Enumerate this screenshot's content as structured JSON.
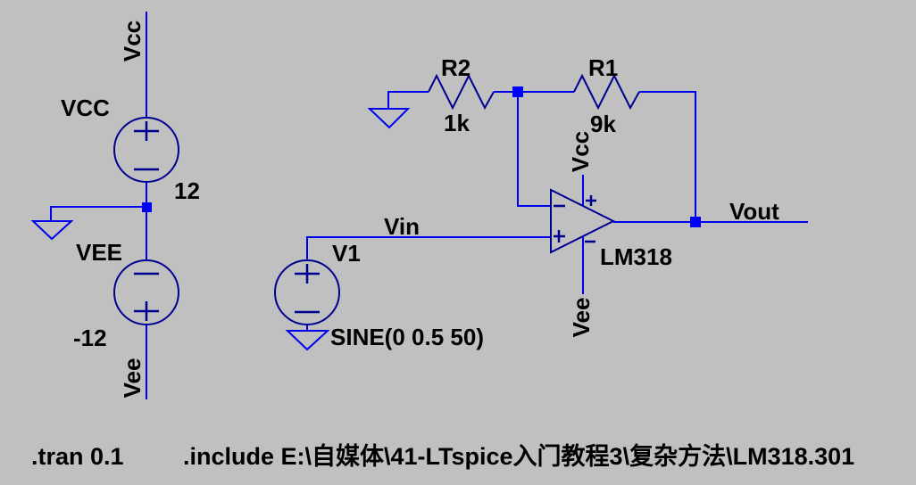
{
  "app": {
    "background_color": "#c0c0c0",
    "wire_color": "#0000f0",
    "symbol_color": "#000090",
    "text_color": "#000000"
  },
  "power_supply": {
    "vcc_rail_label": "Vcc",
    "vcc_source": {
      "name": "VCC",
      "value": "12"
    },
    "vee_source": {
      "name": "VEE",
      "value": "-12"
    },
    "vee_rail_label": "Vee"
  },
  "input_source": {
    "name": "V1",
    "value": "SINE(0 0.5 50)",
    "net_label": "Vin"
  },
  "resistors": {
    "r2": {
      "name": "R2",
      "value": "1k"
    },
    "r1": {
      "name": "R1",
      "value": "9k"
    }
  },
  "opamp": {
    "name": "LM318",
    "vcc_pin_label": "Vcc",
    "vee_pin_label": "Vee"
  },
  "output": {
    "net_label": "Vout"
  },
  "directives": {
    "tran": ".tran 0.1",
    "include": ".include E:\\自媒体\\41-LTspice入门教程3\\复杂方法\\LM318.301"
  }
}
